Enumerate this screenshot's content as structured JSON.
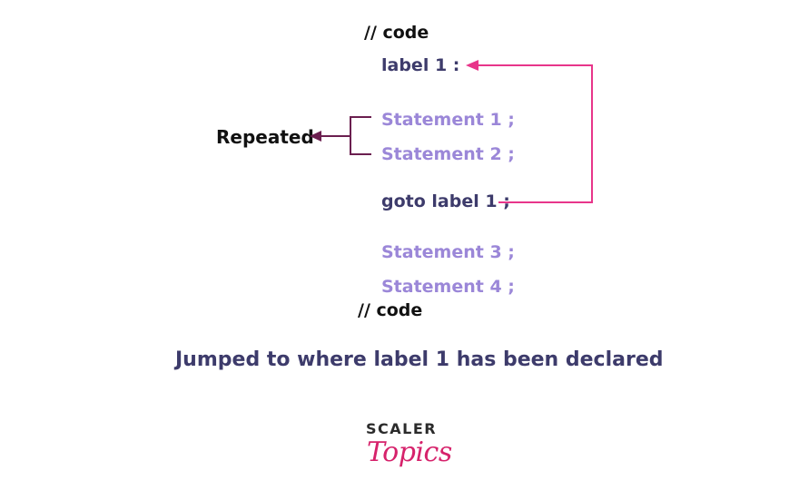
{
  "code": {
    "comment_top": "// code",
    "label_line": "label 1 :",
    "statements_repeated": [
      "Statement 1 ;",
      "Statement 2 ;"
    ],
    "goto_line": "goto label 1 ;",
    "statements_after": [
      "Statement 3 ;",
      "Statement 4 ;"
    ],
    "comment_bottom": "// code"
  },
  "annotation": {
    "repeated_label": "Repeated"
  },
  "caption": "Jumped to where label 1 has been declared",
  "logo": {
    "line1": "SCALER",
    "line2": "Topics"
  },
  "colors": {
    "goto_arrow": "#e8358a",
    "repeat_arrow": "#6b1f4f",
    "label_text": "#3d3b6b",
    "statement_text": "#9b87d8"
  }
}
